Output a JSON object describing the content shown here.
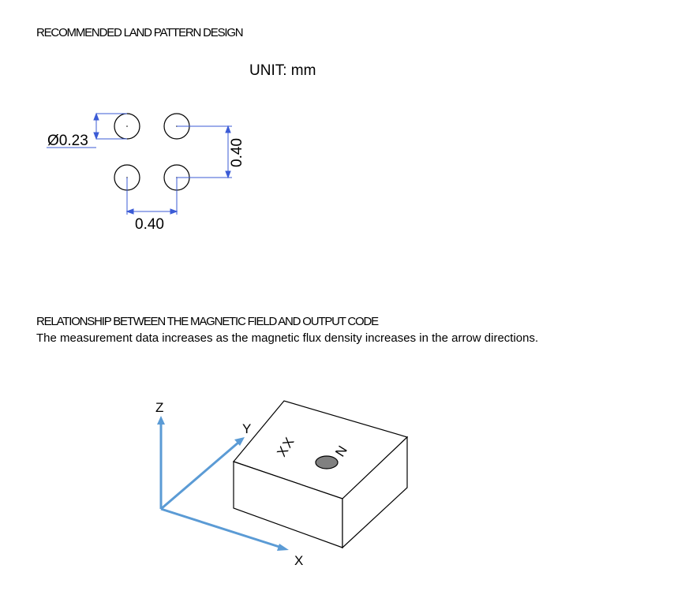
{
  "land_pattern": {
    "title": "RECOMMENDED LAND PATTERN DESIGN",
    "unit_label": "UNIT: mm",
    "diameter_label": "Ø0.23",
    "horizontal_pitch_label": "0.40",
    "vertical_pitch_label": "0.40"
  },
  "magnetic": {
    "title": "RELATIONSHIP BETWEEN THE MAGNETIC FIELD AND OUTPUT CODE",
    "description": "The measurement data increases as the magnetic flux density increases in the arrow directions.",
    "axis_x": "X",
    "axis_y": "Y",
    "axis_z": "Z",
    "package_marking": "XX",
    "package_marking_2": "N"
  },
  "colors": {
    "dimension_line": "#3b5bd6",
    "axis_arrow": "#5b9bd5",
    "pin1_dot": "#808080"
  }
}
